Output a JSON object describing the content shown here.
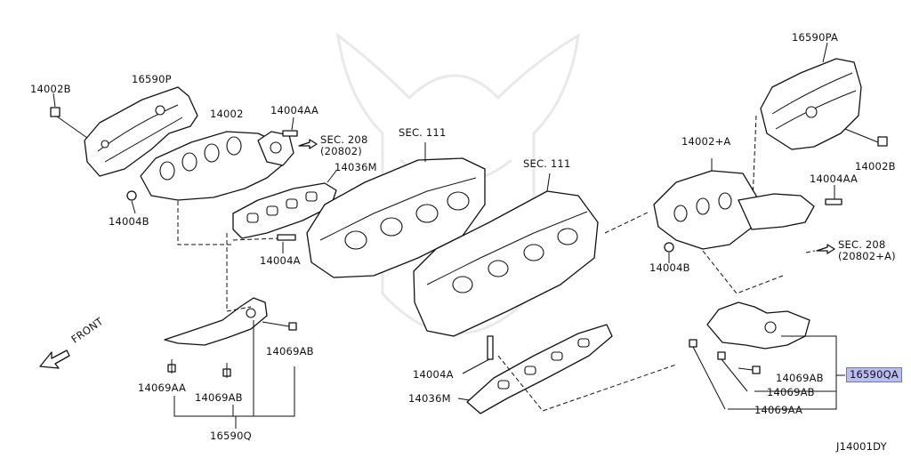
{
  "figure_id": "J14001DY",
  "front_label": "FRONT",
  "labels": {
    "l_14002B_left": "14002B",
    "l_16590P": "16590P",
    "l_14002": "14002",
    "l_14004AA_top": "14004AA",
    "l_sec208_left": "SEC. 208",
    "l_sec208_left_ref": "(20802)",
    "l_sec111_a": "SEC. 111",
    "l_14036M_top": "14036M",
    "l_14004B_left": "14004B",
    "l_14004A_left": "14004A",
    "l_14069AB_left": "14069AB",
    "l_14069AA_left": "14069AA",
    "l_14069AB_mid": "14069AB",
    "l_16590Q": "16590Q",
    "l_sec111_b": "SEC. 111",
    "l_14004A_bottom": "14004A",
    "l_14036M_bottom": "14036M",
    "l_16590PA": "16590PA",
    "l_14002A": "14002+A",
    "l_14002B_right": "14002B",
    "l_14004AA_right": "14004AA",
    "l_sec208_right": "SEC. 208",
    "l_sec208_right_ref": "(20802+A)",
    "l_14004B_right": "14004B",
    "l_14069AB_r1": "14069AB",
    "l_16590QA": "16590QA",
    "l_14069AB_r2": "14069AB",
    "l_14069AA_right": "14069AA"
  },
  "highlighted_part": "16590QA",
  "colors": {
    "highlight_fill": "#b9bdf3",
    "highlight_border": "#6c72d8",
    "line": "#111111"
  }
}
